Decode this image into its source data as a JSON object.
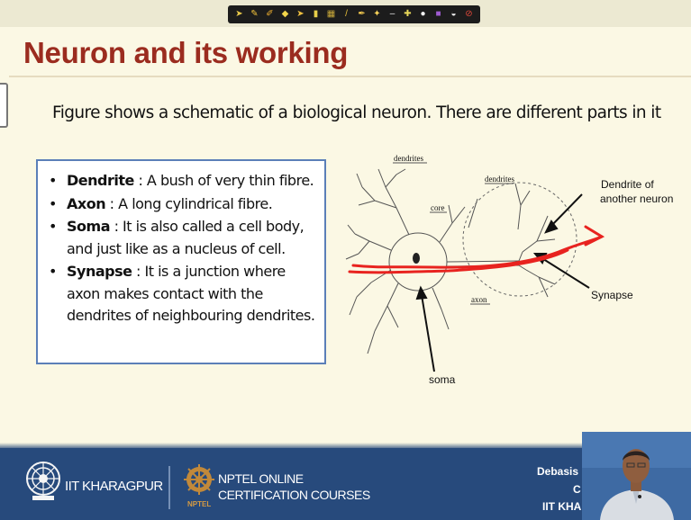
{
  "toolbar": {
    "tools": [
      {
        "name": "arrow-pointer-icon",
        "glyph": "➤",
        "color": "#e8c84a"
      },
      {
        "name": "pen-icon",
        "glyph": "✎",
        "color": "#f2c23a"
      },
      {
        "name": "marker-icon",
        "glyph": "✐",
        "color": "#f0b030"
      },
      {
        "name": "eraser-icon",
        "glyph": "◆",
        "color": "#f2d54a"
      },
      {
        "name": "pointer-icon",
        "glyph": "➤",
        "color": "#f0c040"
      },
      {
        "name": "highlighter-icon",
        "glyph": "▮",
        "color": "#e8d04a"
      },
      {
        "name": "layers-icon",
        "glyph": "▦",
        "color": "#c9a93a"
      },
      {
        "name": "pencil-icon",
        "glyph": "/",
        "color": "#e9c13c"
      },
      {
        "name": "brush-icon",
        "glyph": "✒",
        "color": "#f2c84e"
      },
      {
        "name": "spray-icon",
        "glyph": "✦",
        "color": "#f7d25a"
      },
      {
        "name": "line-icon",
        "glyph": "‒",
        "color": "#e6e6e6"
      },
      {
        "name": "shape-icon",
        "glyph": "✚",
        "color": "#e8d85a"
      },
      {
        "name": "fill-icon",
        "glyph": "●",
        "color": "#f3f3f3"
      },
      {
        "name": "color-picker-icon",
        "glyph": "■",
        "color": "#9e5bd0"
      },
      {
        "name": "text-icon",
        "glyph": "◒",
        "color": "#f0f0f0"
      },
      {
        "name": "clear-icon",
        "glyph": "⊘",
        "color": "#e0483a"
      }
    ]
  },
  "slide": {
    "title": "Neuron and its working",
    "intro": "Figure shows a schematic of a biological neuron. There are different parts in it",
    "definitions": [
      {
        "term": "Dendrite",
        "text": " : A bush of very thin fibre."
      },
      {
        "term": "Axon",
        "text": " : A long cylindrical fibre."
      },
      {
        "term": "Soma",
        "text": " : It is also called a cell body, and just like as a nucleus of cell."
      },
      {
        "term": "Synapse",
        "text": " : It is a junction where axon makes contact with the dendrites of neighbouring dendrites."
      }
    ],
    "diagram": {
      "label_dendrites_left": "dendrites",
      "label_dendrites_right": "dendrites",
      "label_core": "core",
      "label_axon": "axon",
      "label_soma": "soma",
      "label_dendrite_other": "Dendrite of",
      "label_dendrite_other_2": "another neuron",
      "label_synapse": "Synapse"
    }
  },
  "footer": {
    "iit": "IIT KHARAGPUR",
    "nptel_line1": "NPTEL ONLINE",
    "nptel_line2": "CERTIFICATION COURSES",
    "nptel_logo_text": "NPTEL",
    "presenter_1": "Debasis",
    "presenter_2": "C",
    "presenter_3": "IIT KHAI"
  },
  "colors": {
    "title": "#9b2c1f",
    "annotation": "#e8231f",
    "footer": "#274a7c",
    "box_border": "#5b7fb8"
  }
}
